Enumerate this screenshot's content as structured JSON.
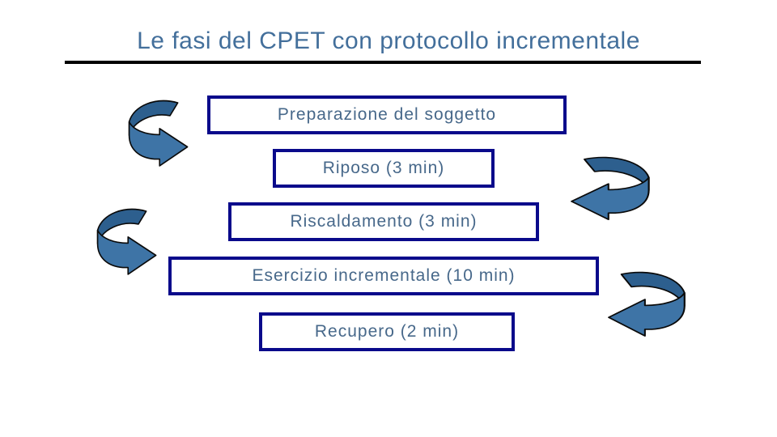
{
  "slide": {
    "title": "Le fasi del CPET con protocollo incrementale",
    "phases": [
      "Preparazione del soggetto",
      "Riposo (3 min)",
      "Riscaldamento (3 min)",
      "Esercizio incrementale (10 min)",
      "Recupero (2 min)"
    ],
    "arrows": [
      {
        "name": "curved-arrow-clockwise-left-top",
        "points": "right"
      },
      {
        "name": "curved-arrow-counterclockwise-right-top",
        "points": "left"
      },
      {
        "name": "curved-arrow-clockwise-left-bottom",
        "points": "right"
      },
      {
        "name": "curved-arrow-counterclockwise-right-bottom",
        "points": "left"
      }
    ],
    "colors": {
      "background": "#ffffff",
      "title_text": "#436f9b",
      "title_rule": "#000000",
      "box_border": "#0a0a8b",
      "box_text": "#47688a",
      "arrow_back": "#2d5f8e",
      "arrow_front": "#3e74a6",
      "arrow_outline": "#0a0a0a"
    }
  }
}
